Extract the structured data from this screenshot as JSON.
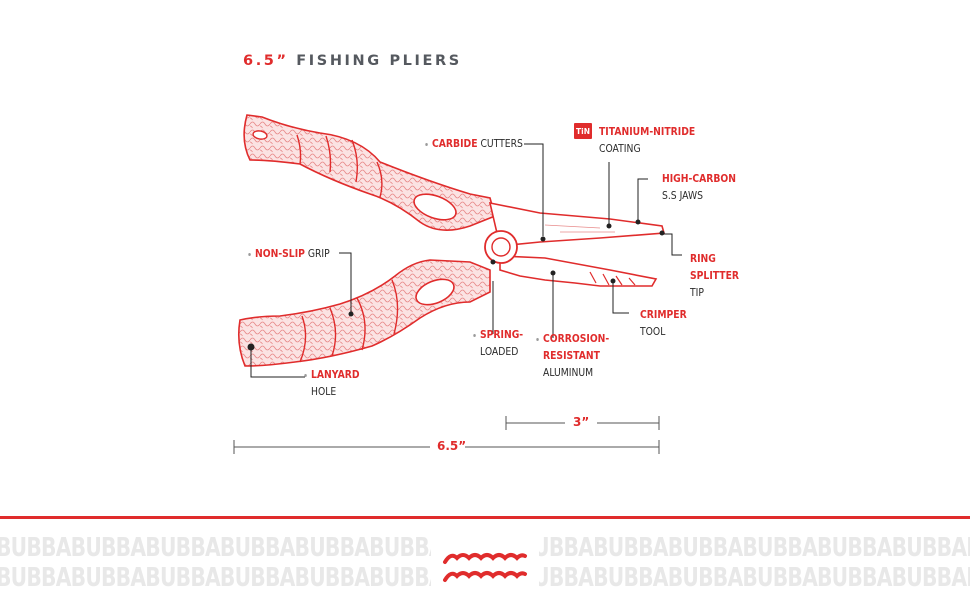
{
  "title": {
    "accent": "6.5”",
    "text": "FISHING PLIERS"
  },
  "callouts": [
    {
      "id": "carbide",
      "lines": [
        {
          "red": "CARBIDE",
          "text": " CUTTERS"
        }
      ]
    },
    {
      "id": "tin",
      "badge": "TiN",
      "lines": [
        {
          "red": "TITANIUM-NITRIDE",
          "text": ""
        },
        {
          "red": "",
          "text": "COATING"
        }
      ]
    },
    {
      "id": "highcarbon",
      "lines": [
        {
          "red": "HIGH-CARBON",
          "text": ""
        },
        {
          "red": "",
          "text": "S.S JAWS"
        }
      ]
    },
    {
      "id": "ring",
      "lines": [
        {
          "red": "RING",
          "text": ""
        },
        {
          "red": "SPLITTER",
          "text": ""
        },
        {
          "red": "",
          "text": "TIP"
        }
      ]
    },
    {
      "id": "nonslip",
      "lines": [
        {
          "red": "NON-SLIP",
          "text": " GRIP"
        }
      ]
    },
    {
      "id": "crimper",
      "lines": [
        {
          "red": "CRIMPER",
          "text": ""
        },
        {
          "red": "",
          "text": "TOOL"
        }
      ]
    },
    {
      "id": "spring",
      "lines": [
        {
          "red": "SPRING-",
          "text": ""
        },
        {
          "red": "",
          "text": "LOADED"
        }
      ]
    },
    {
      "id": "corrosion",
      "lines": [
        {
          "red": "CORROSION-",
          "text": ""
        },
        {
          "red": "RESISTANT",
          "text": ""
        },
        {
          "red": "",
          "text": "ALUMINUM"
        }
      ]
    },
    {
      "id": "lanyard",
      "lines": [
        {
          "red": "LANYARD",
          "text": ""
        },
        {
          "red": "",
          "text": "HOLE"
        }
      ]
    }
  ],
  "dimensions": {
    "small": "3”",
    "total": "6.5”"
  },
  "brand": {
    "word": "BUBBA"
  },
  "colors": {
    "accent": "#e02c2c",
    "grip": "#f2a8a8",
    "text": "#2b2b2b"
  }
}
